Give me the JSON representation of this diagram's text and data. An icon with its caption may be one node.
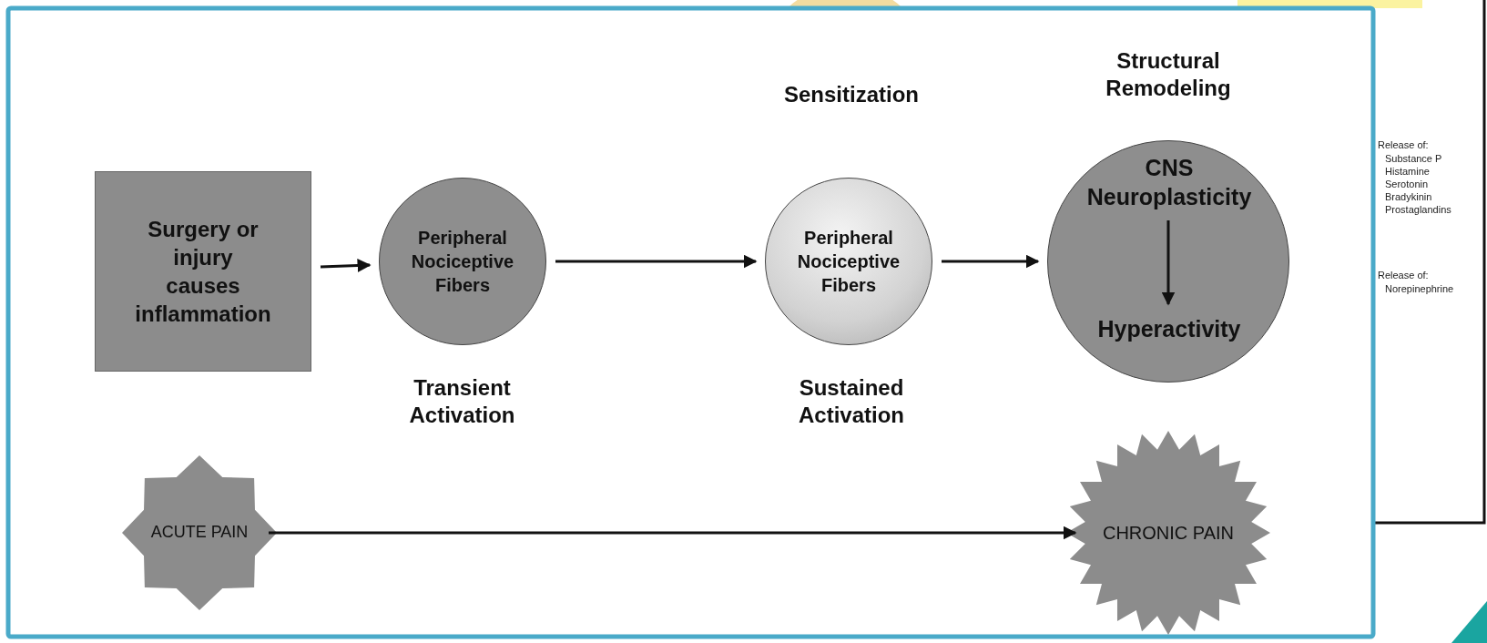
{
  "diagram": {
    "nodes": [
      {
        "text": [
          "Surgery or injury causes inflammation"
        ]
      },
      {
        "text": [
          "Peripheral Nociceptive Fibers"
        ],
        "beside": [
          "Transient Activation"
        ]
      },
      {
        "text": [
          "Peripheral Nociceptive Fibers"
        ],
        "beside": [
          "Sensitization",
          "Sustained Activation"
        ]
      },
      {
        "text": [],
        "shape": "circle",
        "beside": [
          "Structural Remodeling"
        ]
      },
      {
        "text": [
          "CNS Neuroplasticity"
        ],
        "in": 3
      },
      {
        "text": [
          "Hyperactivity"
        ],
        "in": 3
      },
      {
        "text": [
          "ACUTE PAIN"
        ]
      },
      {
        "text": [
          "CHRONIC PAIN"
        ]
      }
    ],
    "edges": [
      {
        "from": 0,
        "to": 1,
        "arrow": "to"
      },
      {
        "from": 1,
        "to": 2,
        "arrow": "to"
      },
      {
        "from": 2,
        "to": 3,
        "arrow": "to"
      },
      {
        "from": 4,
        "to": 5,
        "arrow": "to"
      },
      {
        "from": 6,
        "to": 7,
        "arrow": "to"
      }
    ],
    "labels": [
      "Release of:",
      "Substance P",
      "Histamine",
      "Serotonin",
      "Bradykinin",
      "Prostaglandins",
      "Release of:",
      "Norepinephrine"
    ]
  }
}
